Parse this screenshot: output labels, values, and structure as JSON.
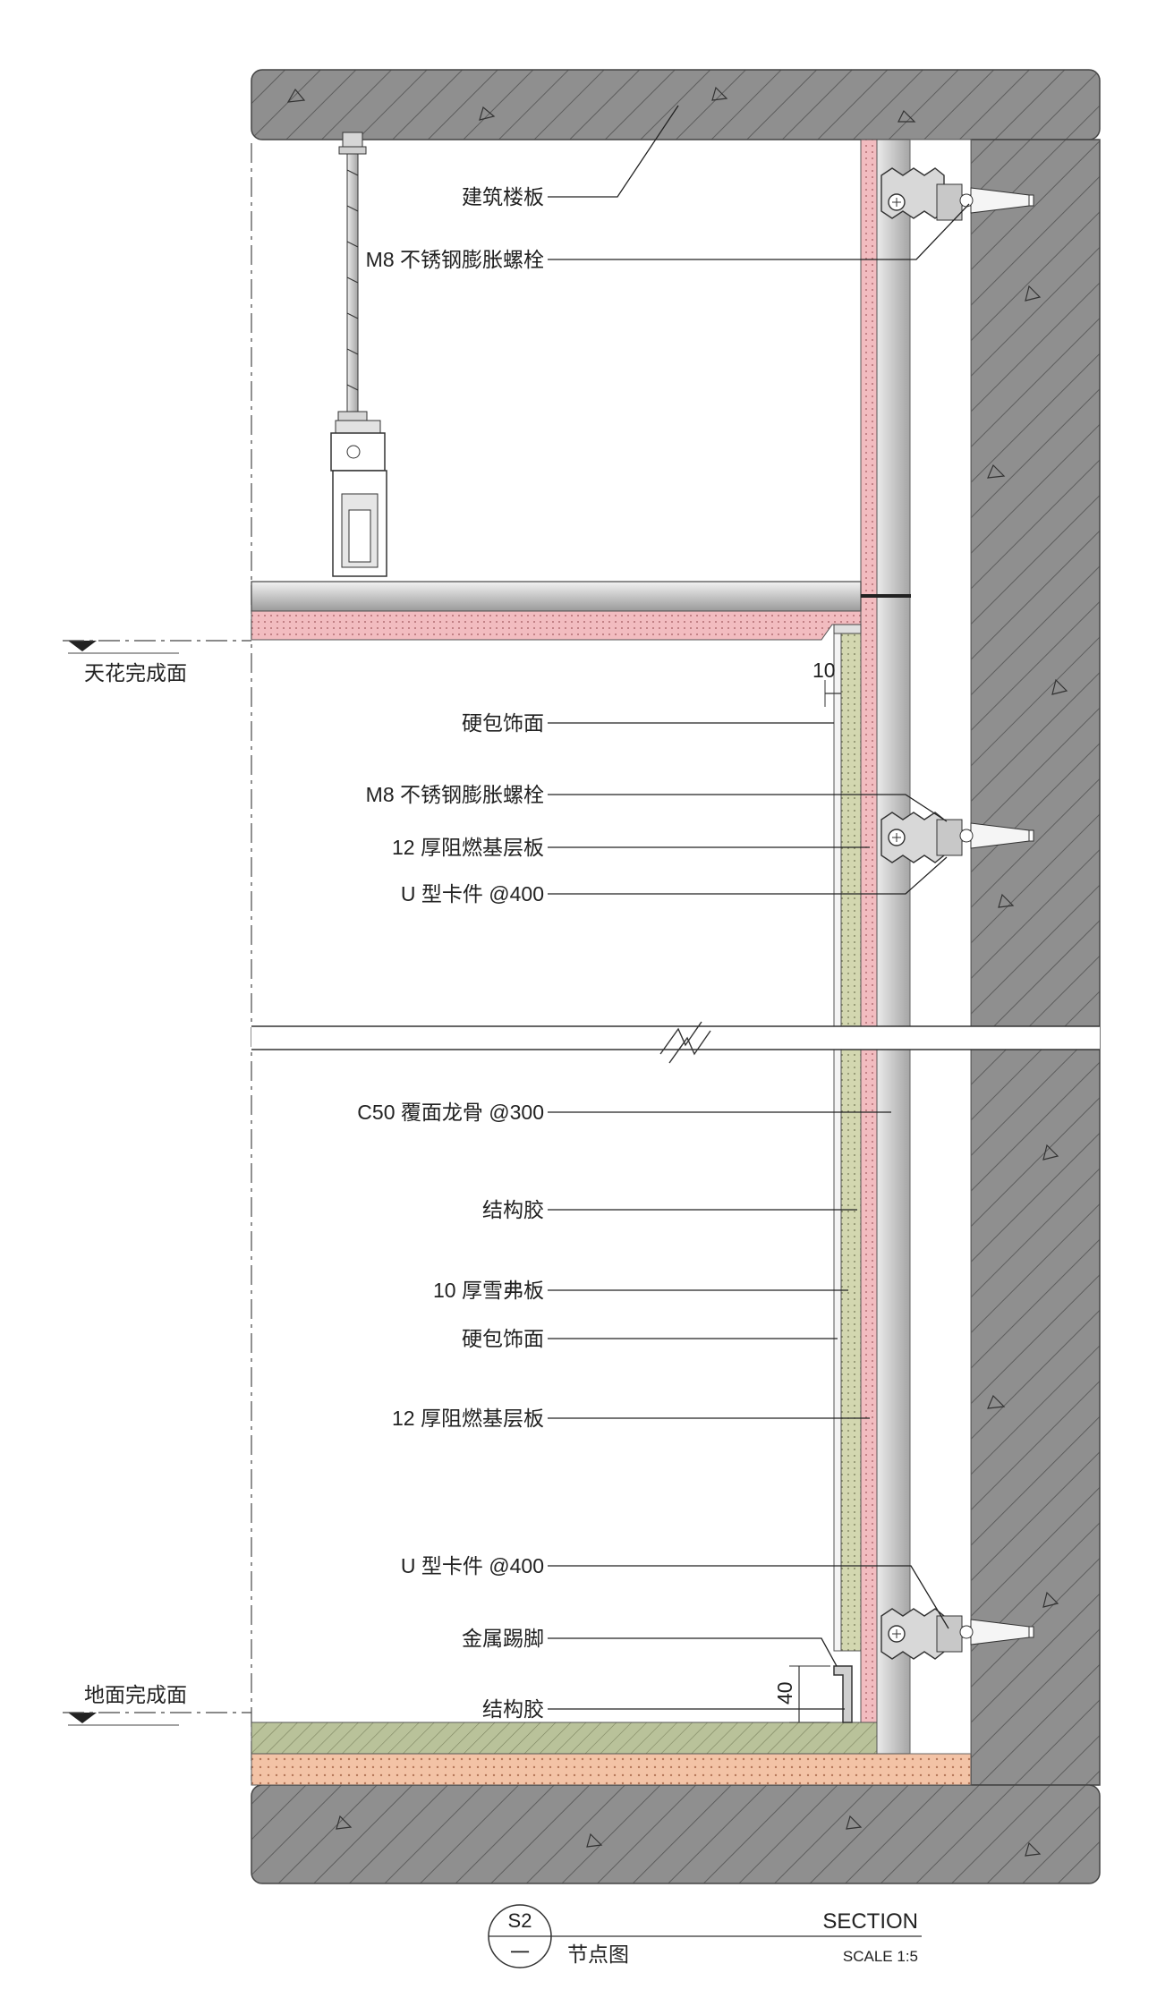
{
  "labels": {
    "building_slab": "建筑楼板",
    "bolt_top": "M8 不锈钢膨胀螺栓",
    "hard_cover_1": "硬包饰面",
    "bolt_mid": "M8 不锈钢膨胀螺栓",
    "fr_board_1": "12 厚阻燃基层板",
    "u_clip_1": "U 型卡件 @400",
    "c50_keel": "C50 覆面龙骨 @300",
    "struct_glue_1": "结构胶",
    "snow_board": "10 厚雪弗板",
    "hard_cover_2": "硬包饰面",
    "fr_board_2": "12 厚阻燃基层板",
    "u_clip_2": "U 型卡件 @400",
    "metal_skirting": "金属踢脚",
    "struct_glue_2": "结构胶"
  },
  "levels": {
    "ceiling_finish": "天花完成面",
    "floor_finish": "地面完成面"
  },
  "dimensions": {
    "gap": "10",
    "skirting_height": "40"
  },
  "title_block": {
    "detail_number": "S2",
    "sheet_ref": "一",
    "title_cn": "节点图",
    "title_en": "SECTION",
    "scale": "SCALE 1:5"
  },
  "colors": {
    "concrete": "#8f8f8f",
    "fire_board": "#f2bcc0",
    "snow_board": "#d3d7b0",
    "floor_finish": "#b9c29a",
    "screed": "#f3c3a6",
    "steel": "#bcbcbc"
  }
}
